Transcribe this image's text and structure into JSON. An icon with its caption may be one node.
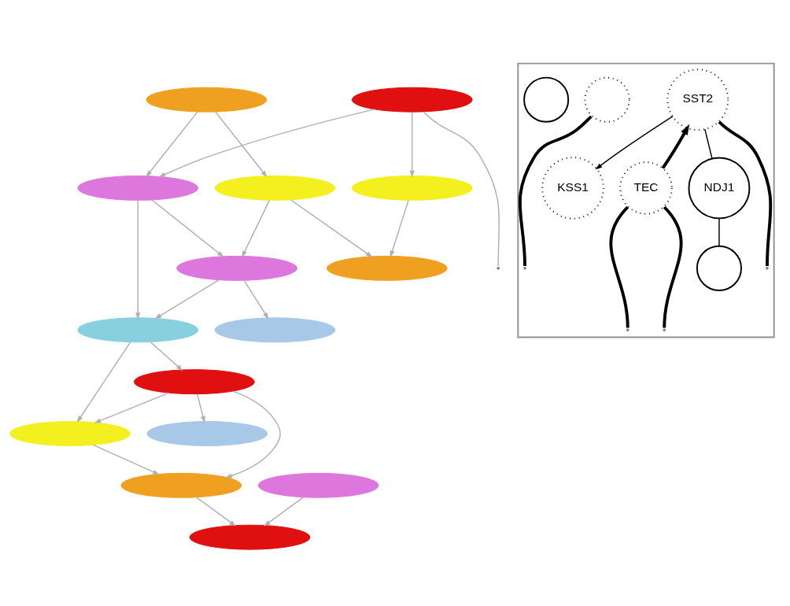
{
  "diagram": {
    "nodes": [
      {
        "text": [],
        "shape": "ellipse"
      },
      {
        "text": [],
        "shape": "ellipse"
      },
      {
        "text": [],
        "shape": "ellipse"
      },
      {
        "text": [],
        "shape": "ellipse"
      },
      {
        "text": [],
        "shape": "ellipse"
      },
      {
        "text": [],
        "shape": "ellipse"
      },
      {
        "text": [],
        "shape": "ellipse"
      },
      {
        "text": [],
        "shape": "ellipse"
      },
      {
        "text": [],
        "shape": "ellipse"
      },
      {
        "text": [],
        "shape": "ellipse"
      },
      {
        "text": [],
        "shape": "ellipse"
      },
      {
        "text": [],
        "shape": "ellipse"
      },
      {
        "text": [],
        "shape": "ellipse"
      },
      {
        "text": [],
        "shape": "ellipse"
      },
      {
        "text": [],
        "shape": "ellipse"
      },
      {
        "text": [],
        "shape": "box"
      },
      {
        "text": [
          "SST2"
        ],
        "in": 15
      },
      {
        "text": [
          "TEC"
        ],
        "in": 15
      },
      {
        "text": [
          "NDJ1"
        ],
        "in": 15
      },
      {
        "text": [
          "KSS1"
        ],
        "in": 15
      },
      {
        "text": [],
        "shape": "circle",
        "in": 15
      },
      {
        "text": [],
        "shape": "circle",
        "in": 15
      },
      {
        "text": [],
        "shape": "circle",
        "in": 15
      }
    ],
    "edges": [
      {
        "from": 0,
        "to": 2,
        "arrow": "to"
      },
      {
        "from": 0,
        "to": 3,
        "arrow": "to"
      },
      {
        "from": 1,
        "to": 2,
        "arrow": "to"
      },
      {
        "from": 1,
        "to": 4,
        "arrow": "to"
      },
      {
        "from": 1,
        "to": null,
        "arrow": "none"
      },
      {
        "from": 2,
        "to": 5,
        "arrow": "to"
      },
      {
        "from": 2,
        "to": 7,
        "arrow": "to"
      },
      {
        "from": 3,
        "to": 5,
        "arrow": "to"
      },
      {
        "from": 3,
        "to": 6,
        "arrow": "to"
      },
      {
        "from": 4,
        "to": 6,
        "arrow": "to"
      },
      {
        "from": 5,
        "to": 7,
        "arrow": "to"
      },
      {
        "from": 5,
        "to": 8,
        "arrow": "to"
      },
      {
        "from": 7,
        "to": 9,
        "arrow": "to"
      },
      {
        "from": 7,
        "to": 10,
        "arrow": "to"
      },
      {
        "from": 9,
        "to": 10,
        "arrow": "to"
      },
      {
        "from": 9,
        "to": 11,
        "arrow": "to"
      },
      {
        "from": 10,
        "to": 12,
        "arrow": "to"
      },
      {
        "from": 9,
        "to": 12,
        "arrow": "to"
      },
      {
        "from": 12,
        "to": 14,
        "arrow": "to"
      },
      {
        "from": 13,
        "to": 14,
        "arrow": "to"
      },
      {
        "from": 17,
        "to": 16,
        "arrow": "to",
        "style": "thick",
        "color": "#000000"
      },
      {
        "from": 16,
        "to": 18,
        "arrow": "none",
        "color": "#000000"
      },
      {
        "from": 16,
        "to": null,
        "arrow": "none",
        "style": "thick",
        "color": "#000000"
      },
      {
        "from": 16,
        "to": 19,
        "arrow": "to",
        "color": "#000000"
      },
      {
        "from": 18,
        "to": 21,
        "arrow": "none",
        "color": "#000000"
      },
      {
        "from": 17,
        "to": null,
        "arrow": "none",
        "style": "thick",
        "color": "#000000"
      },
      {
        "from": 17,
        "to": null,
        "arrow": "none",
        "style": "thick",
        "color": "#000000"
      },
      {
        "from": 20,
        "to": null,
        "arrow": "none",
        "style": "thick",
        "color": "#000000"
      }
    ]
  }
}
